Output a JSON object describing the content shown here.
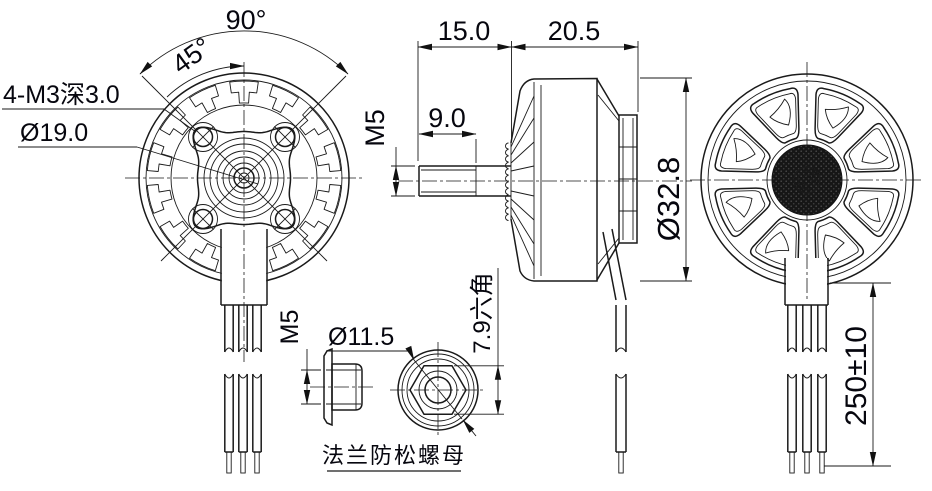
{
  "front": {
    "angle_full": "90°",
    "angle_half": "45°",
    "holes_note": "4-M3深3.0",
    "bolt_circle": "Ø19.0"
  },
  "side": {
    "shaft_len": "15.0",
    "body_len": "20.5",
    "thread_len": "9.0",
    "shaft_thread": "M5",
    "body_dia": "Ø32.8"
  },
  "rear": {
    "wire_len": "250±10"
  },
  "nut": {
    "thread": "M5",
    "flange_dia": "Ø11.5",
    "hex_width": "7.9六角",
    "caption": "法兰防松螺母"
  },
  "colors": {
    "line": "#1a1a1a",
    "text": "#06060e",
    "background": "#ffffff"
  }
}
